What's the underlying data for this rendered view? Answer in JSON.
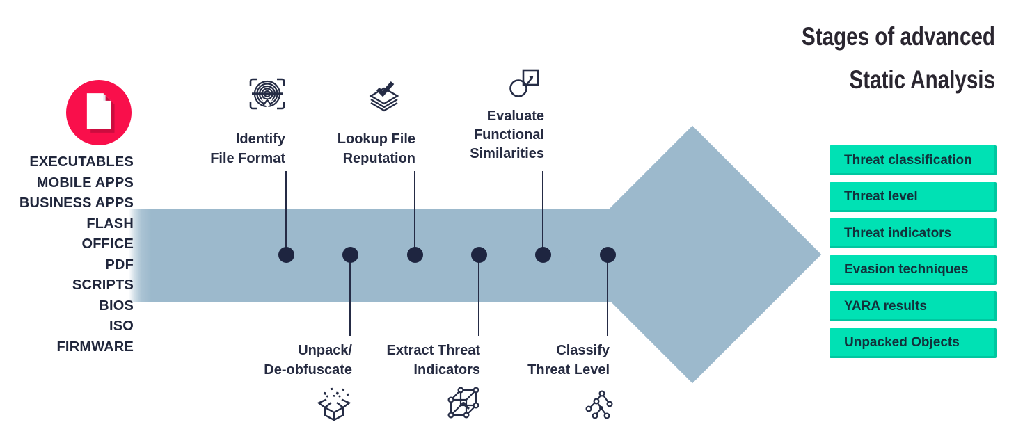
{
  "title": {
    "line1": "Stages of advanced",
    "line2": "Static Analysis"
  },
  "input": {
    "icon": "document-icon",
    "items": [
      "EXECUTABLES",
      "MOBILE APPS",
      "BUSINESS APPS",
      "FLASH",
      "OFFICE",
      "PDF",
      "SCRIPTS",
      "BIOS",
      "ISO",
      "FIRMWARE"
    ]
  },
  "stages": {
    "top": [
      {
        "icon": "fingerprint-scan",
        "lines": [
          "Identify",
          "File Format"
        ]
      },
      {
        "icon": "layered-files-check",
        "lines": [
          "Lookup File",
          "Reputation"
        ]
      },
      {
        "icon": "overlapping-shapes",
        "lines": [
          "Evaluate",
          "Functional",
          "Similarities"
        ]
      }
    ],
    "bottom": [
      {
        "icon": "open-box-particles",
        "lines": [
          "Unpack/",
          "De-obfuscate"
        ]
      },
      {
        "icon": "cube-nodes",
        "lines": [
          "Extract Threat",
          "Indicators"
        ]
      },
      {
        "icon": "tree-nodes",
        "lines": [
          "Classify",
          "Threat Level"
        ]
      }
    ]
  },
  "outputs": {
    "items": [
      "Threat classification",
      "Threat level",
      "Threat indicators",
      "Evasion techniques",
      "YARA results",
      "Unpacked Objects"
    ]
  },
  "timeline": {
    "dot_count": 6
  },
  "colors": {
    "accent_red": "#F90F4B",
    "accent_red_shadow": "#CC0C3F",
    "arrow_blue": "#9CB9CC",
    "node_navy": "#1E2540",
    "line_navy": "#252B45",
    "teal": "#00E1B4",
    "text_dark": "#262B41",
    "title_dark": "#2A2630"
  }
}
